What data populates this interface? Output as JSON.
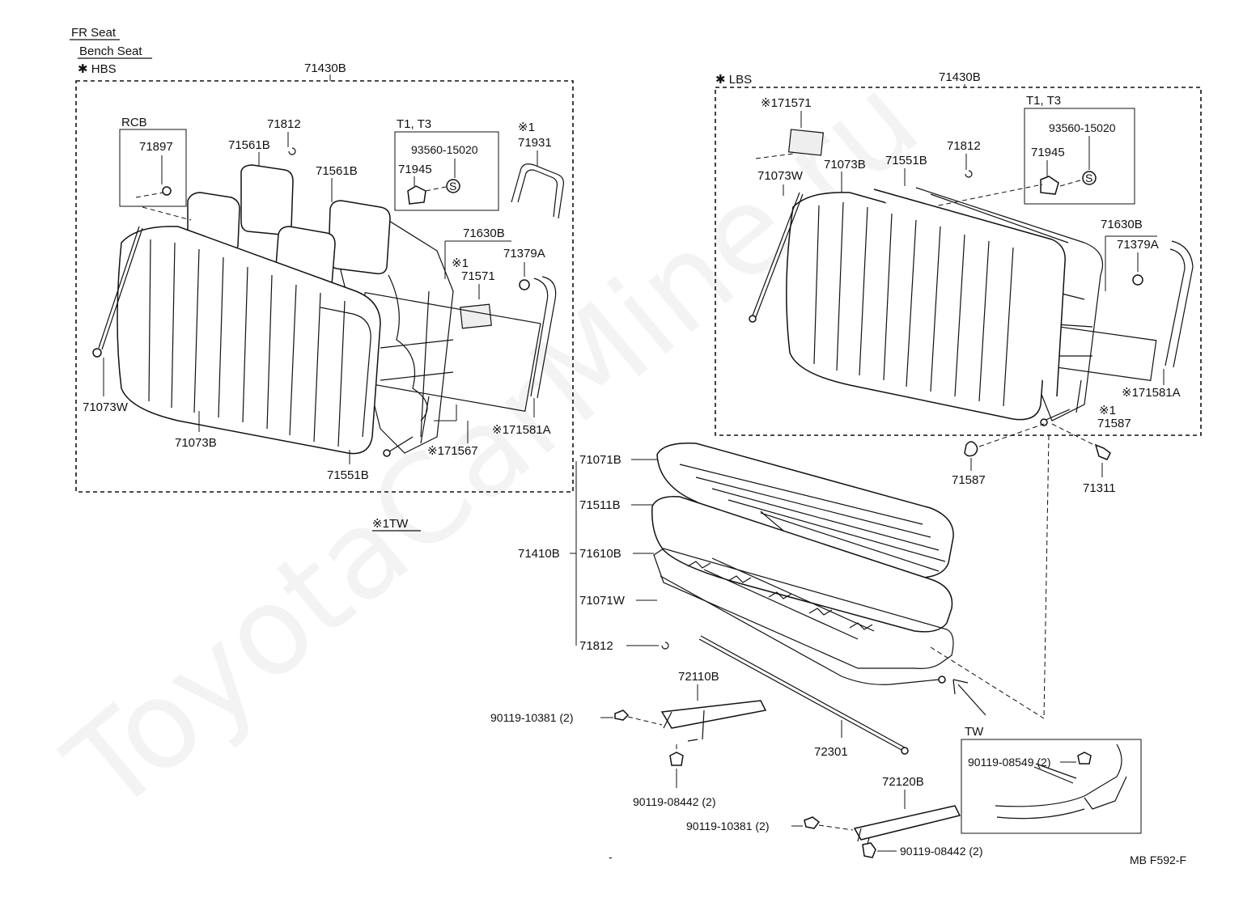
{
  "header": {
    "section": "FR Seat",
    "subsection": "Bench Seat",
    "left_variant": "✱ HBS",
    "right_variant": "✱ LBS"
  },
  "watermark": "ToyotaCarMine.ru",
  "footer": {
    "code": "MB F592-F",
    "dash": "-"
  },
  "left_assembly": {
    "assembly_label": "71430B",
    "rcb": "RCB",
    "t_group": "T1, T3",
    "labels": {
      "p71897": "71897",
      "p71812": "71812",
      "p71561b_1": "71561B",
      "p71561b_2": "71561B",
      "p93560": "93560-15020",
      "p71945": "71945",
      "mark1_a": "※1",
      "p71931": "71931",
      "p71630b": "71630B",
      "mark1_b": "※1",
      "p71379a": "71379A",
      "p71571": "71571",
      "p71073w": "71073W",
      "p71073b": "71073B",
      "p71551b": "71551B",
      "p71567": "※171567",
      "p71581a": "※171581A"
    }
  },
  "tw_note": "※1TW",
  "right_assembly": {
    "assembly_label": "71430B",
    "t_group": "T1, T3",
    "labels": {
      "p71571": "※171571",
      "p71073w": "71073W",
      "p71073b": "71073B",
      "p71551b": "71551B",
      "p71812": "71812",
      "p93560": "93560-15020",
      "p71945": "71945",
      "p71630b": "71630B",
      "p71379a": "71379A",
      "p71581a": "※171581A",
      "mark1": "※1",
      "p71587_up": "71587",
      "p71587": "71587",
      "p71311": "71311"
    }
  },
  "cushion": {
    "group": "71410B",
    "items": [
      "71071B",
      "71511B",
      "71610B",
      "71071W",
      "71812"
    ]
  },
  "hardware": {
    "p72110b": "72110B",
    "bolt_a": "90119-10381 (2)",
    "bolt_b": "90119-08442 (2)",
    "p72301": "72301",
    "p72120b": "72120B",
    "bolt_c": "90119-10381 (2)",
    "bolt_d": "90119-08442 (2)",
    "tw": "TW",
    "bolt_tw": "90119-08549 (2)"
  }
}
